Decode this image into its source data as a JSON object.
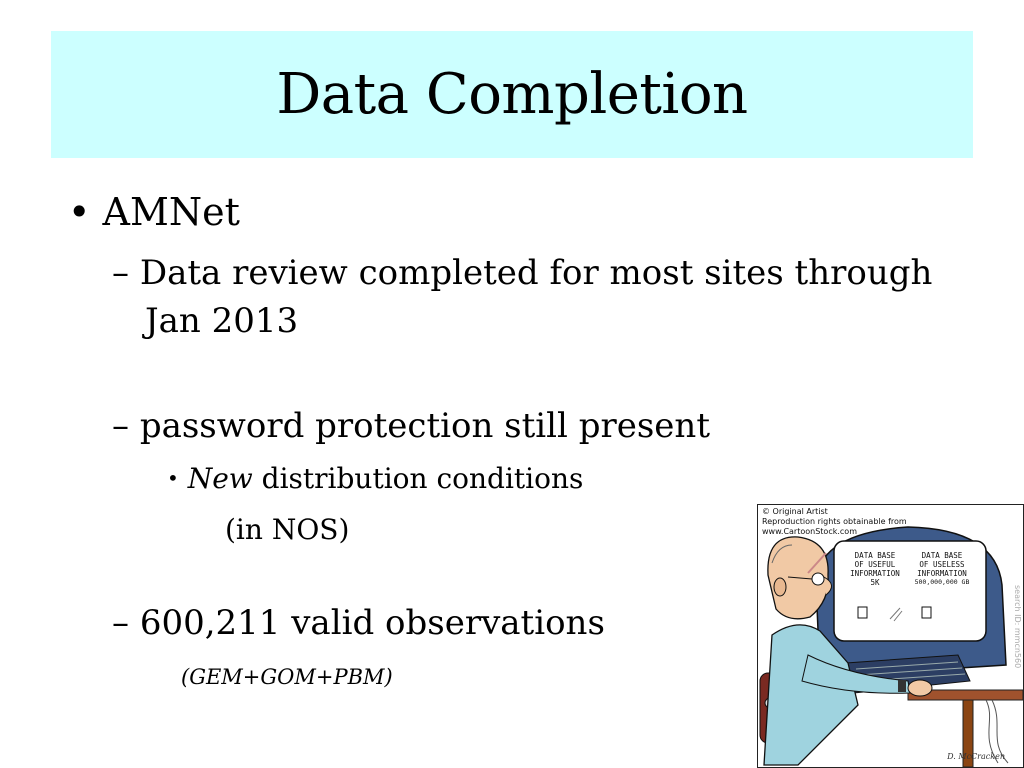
{
  "slide": {
    "title": "Data Completion",
    "bullet_symbol": "•",
    "dash_symbol": "–",
    "items": {
      "amnet": "AMNet",
      "review_line1": "Data review completed for most sites through",
      "review_line2": "Jan 2013",
      "password": "password protection still present",
      "new_word": "New",
      "distribution": " distribution conditions",
      "in_nos": "(in NOS)",
      "observations": "600,211 valid observations",
      "species": "(GEM+GOM+PBM)"
    }
  },
  "cartoon": {
    "credit_line1": "© Original Artist",
    "credit_line2": "Reproduction rights obtainable from",
    "credit_line3": "www.CartoonStock.com",
    "left_panel": [
      "DATA BASE",
      "OF USEFUL",
      "INFORMATION",
      "5K"
    ],
    "right_panel": [
      "DATA BASE",
      "OF USELESS",
      "INFORMATION",
      "500,000,000 GB"
    ],
    "side_mark": "search ID: mmcn560",
    "signature": "D. McCracken"
  },
  "colors": {
    "title_band": "#ccffff",
    "text": "#000000",
    "monitor": "#3d5a8a",
    "shirt": "#9fd3df",
    "desk": "#a0522d"
  }
}
